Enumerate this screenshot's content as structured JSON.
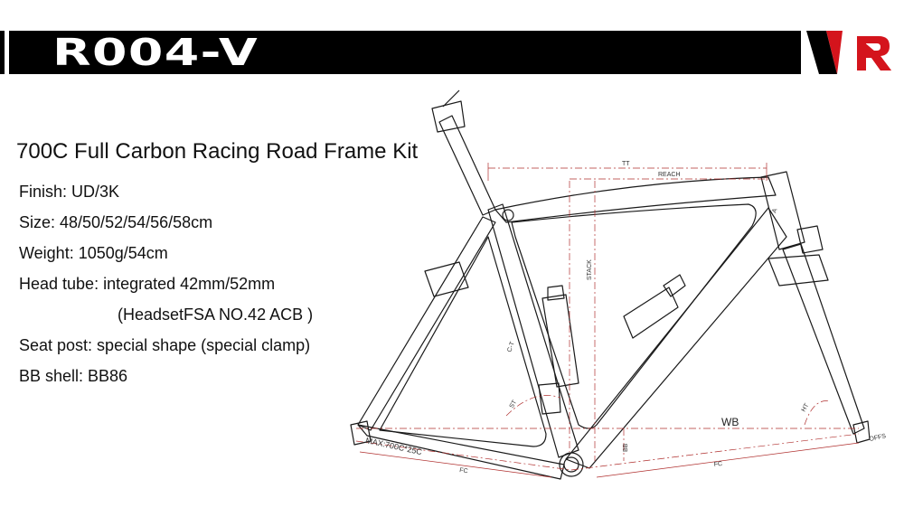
{
  "header": {
    "model": "R004-V",
    "logo_letter": "R",
    "brand_color": "#d4141c"
  },
  "title": "700C Full Carbon Racing Road Frame Kit",
  "specs": [
    "Finish: UD/3K",
    "Size: 48/50/52/54/56/58cm",
    "Weight: 1050g/54cm",
    "Head tube: integrated 42mm/52mm",
    "(HeadsetFSA NO.42 ACB )",
    "Seat post: special shape (special clamp)",
    "BB shell: BB86"
  ],
  "dimensions": {
    "tt": "TT",
    "reach": "REACH",
    "stack": "STACK",
    "ct": "C-T",
    "st": "ST",
    "wb": "WB",
    "ht": "HT",
    "bb": "BB",
    "fc_left": "FC",
    "fc_right": "FC",
    "offs": "OFFS",
    "tire": "MAX:700C*25C",
    "head_angle": "A"
  },
  "colors": {
    "line": "#1a1a1a",
    "dimension": "#b0302f"
  }
}
